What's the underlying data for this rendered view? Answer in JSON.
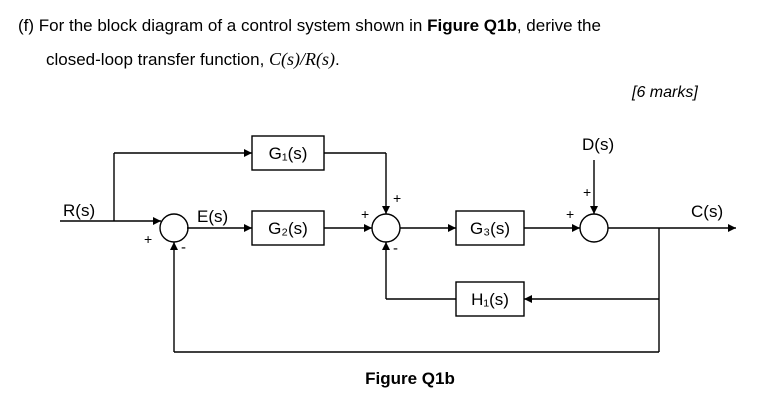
{
  "question": {
    "line1_prefix": "(f)  For the block diagram of a control system shown in ",
    "line1_bold": "Figure Q1b",
    "line1_suffix": ", derive the",
    "line2_text": "closed-loop transfer function, ",
    "line2_math": "C(s)/R(s)",
    "line2_end": ".",
    "marks": "[6 marks]"
  },
  "diagram": {
    "blocks": {
      "g1": "G₁(s)",
      "g2": "G₂(s)",
      "g3": "G₃(s)",
      "h1": "H₁(s)"
    },
    "signals": {
      "input": "R(s)",
      "error": "E(s)",
      "disturbance": "D(s)",
      "output": "C(s)"
    },
    "signs": {
      "sum1_left": "+",
      "sum1_bottom": "-",
      "sum2_top": "+",
      "sum2_left": "+",
      "sum2_bottom": "-",
      "sum3_top": "+",
      "sum3_left": "+"
    },
    "caption": "Figure Q1b"
  }
}
